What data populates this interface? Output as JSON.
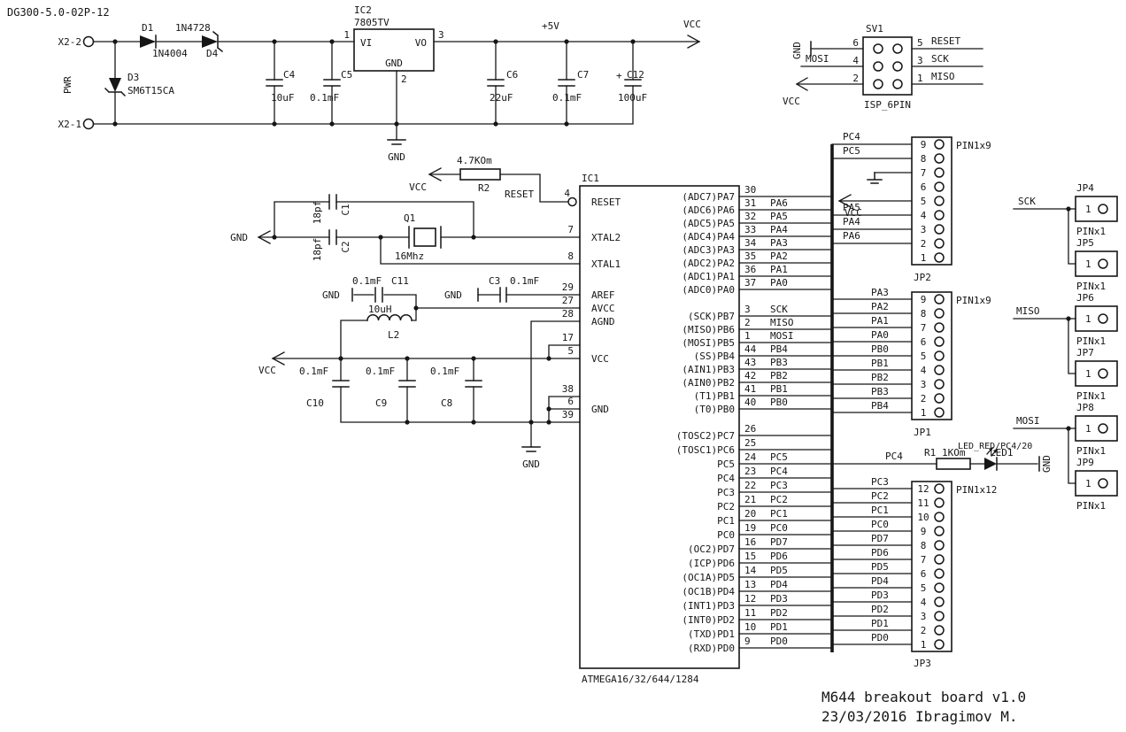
{
  "doc": {
    "id": "DG300-5.0-02P-12",
    "title1": "M644 breakout board v1.0",
    "title2": "23/03/2016 Ibragimov M."
  },
  "power": {
    "x2_top": "X2-2",
    "x2_bot": "X2-1",
    "pwr": "PWR",
    "d1_name": "D1",
    "d1_value": "1N4004",
    "d4_name": "D4",
    "d4_value": "1N4728",
    "d3_name": "D3",
    "d3_value": "SM6T15CA",
    "ic2_name": "IC2",
    "ic2_value": "7805TV",
    "ic2_vi": "VI",
    "ic2_vo": "VO",
    "ic2_gnd": "GND",
    "ic2_pin1": "1",
    "ic2_pin2": "2",
    "ic2_pin3": "3",
    "c4_name": "C4",
    "c4_value": "10uF",
    "c5_name": "C5",
    "c5_value": "0.1mF",
    "c6_name": "C6",
    "c6_value": "22uF",
    "c7_name": "C7",
    "c7_value": "0.1mF",
    "c12_plus": "+",
    "c12_name": "C12",
    "c12_value": "100uF",
    "net_5v": "+5V",
    "net_vcc": "VCC",
    "gnd": "GND"
  },
  "isp": {
    "name": "SV1",
    "value": "ISP_6PIN",
    "pin6": "6",
    "pin4": "4",
    "pin2": "2",
    "pin5": "5",
    "pin3": "3",
    "pin1": "1",
    "gnd": "GND",
    "mosi": "MOSI",
    "vcc": "VCC",
    "reset": "RESET",
    "sck": "SCK",
    "miso": "MISO"
  },
  "reset_net": {
    "r2_name": "R2",
    "r2_value": "4.7KOm",
    "vcc": "VCC",
    "net": "RESET"
  },
  "xtal": {
    "q1_name": "Q1",
    "q1_value": "16Mhz",
    "c1_name": "C1",
    "c1_value": "18pf",
    "c2_name": "C2",
    "c2_value": "18pf",
    "gnd": "GND"
  },
  "analog": {
    "c11_name": "C11",
    "c11_value": "0.1mF",
    "c3_name": "C3",
    "c3_value": "0.1mF",
    "l2_name": "L2",
    "l2_value": "10uH",
    "gnd_left": "GND",
    "gnd_right": "GND"
  },
  "vcc_rail": {
    "vcc": "VCC",
    "c10_name": "C10",
    "c10_value": "0.1mF",
    "c9_name": "C9",
    "c9_value": "0.1mF",
    "c8_name": "C8",
    "c8_value": "0.1mF",
    "gnd": "GND"
  },
  "ic1": {
    "name": "IC1",
    "value": "ATMEGA16/32/644/1284",
    "reset": {
      "label": "RESET",
      "num": "4"
    },
    "xtal2": {
      "label": "XTAL2",
      "num": "7"
    },
    "xtal1": {
      "label": "XTAL1",
      "num": "8"
    },
    "aref": {
      "label": "AREF",
      "num": "29"
    },
    "avcc": {
      "label": "AVCC",
      "num": "27"
    },
    "agnd": {
      "label": "AGND",
      "num": "28"
    },
    "vcc": {
      "label": "VCC",
      "num_a": "17",
      "num_b": "5"
    },
    "gnd": {
      "label": "GND",
      "num_a": "38",
      "num_b": "6",
      "num_c": "39"
    },
    "porta": [
      {
        "name": "(ADC7)PA7",
        "num": "30"
      },
      {
        "name": "(ADC6)PA6",
        "num": "31",
        "net": "PA6"
      },
      {
        "name": "(ADC5)PA5",
        "num": "32",
        "net": "PA5"
      },
      {
        "name": "(ADC4)PA4",
        "num": "33",
        "net": "PA4"
      },
      {
        "name": "(ADC3)PA3",
        "num": "34",
        "net": "PA3"
      },
      {
        "name": "(ADC2)PA2",
        "num": "35",
        "net": "PA2"
      },
      {
        "name": "(ADC1)PA1",
        "num": "36",
        "net": "PA1"
      },
      {
        "name": "(ADC0)PA0",
        "num": "37",
        "net": "PA0"
      }
    ],
    "portb": [
      {
        "name": "(SCK)PB7",
        "num": "3",
        "net": "SCK"
      },
      {
        "name": "(MISO)PB6",
        "num": "2",
        "net": "MISO"
      },
      {
        "name": "(MOSI)PB5",
        "num": "1",
        "net": "MOSI"
      },
      {
        "name": "(SS)PB4",
        "num": "44",
        "net": "PB4"
      },
      {
        "name": "(AIN1)PB3",
        "num": "43",
        "net": "PB3"
      },
      {
        "name": "(AIN0)PB2",
        "num": "42",
        "net": "PB2"
      },
      {
        "name": "(T1)PB1",
        "num": "41",
        "net": "PB1"
      },
      {
        "name": "(T0)PB0",
        "num": "40",
        "net": "PB0"
      }
    ],
    "portc": [
      {
        "name": "(TOSC2)PC7",
        "num": "26"
      },
      {
        "name": "(TOSC1)PC6",
        "num": "25"
      },
      {
        "name": "PC5",
        "num": "24",
        "net": "PC5"
      },
      {
        "name": "PC4",
        "num": "23",
        "net": "PC4"
      },
      {
        "name": "PC3",
        "num": "22",
        "net": "PC3"
      },
      {
        "name": "PC2",
        "num": "21",
        "net": "PC2"
      },
      {
        "name": "PC1",
        "num": "20",
        "net": "PC1"
      },
      {
        "name": "PC0",
        "num": "19",
        "net": "PC0"
      }
    ],
    "portd": [
      {
        "name": "(OC2)PD7",
        "num": "16",
        "net": "PD7"
      },
      {
        "name": "(ICP)PD6",
        "num": "15",
        "net": "PD6"
      },
      {
        "name": "(OC1A)PD5",
        "num": "14",
        "net": "PD5"
      },
      {
        "name": "(OC1B)PD4",
        "num": "13",
        "net": "PD4"
      },
      {
        "name": "(INT1)PD3",
        "num": "12",
        "net": "PD3"
      },
      {
        "name": "(INT0)PD2",
        "num": "11",
        "net": "PD2"
      },
      {
        "name": "(TXD)PD1",
        "num": "10",
        "net": "PD1"
      },
      {
        "name": "(RXD)PD0",
        "num": "9",
        "net": "PD0"
      }
    ]
  },
  "jp2": {
    "name": "JP2",
    "value": "PIN1x9",
    "vcc_label": "VCC",
    "pins": [
      {
        "num": "9",
        "net": "PC4"
      },
      {
        "num": "8",
        "net": "PC5"
      },
      {
        "num": "7"
      },
      {
        "num": "6"
      },
      {
        "num": "5"
      },
      {
        "num": "4",
        "net": "PA5"
      },
      {
        "num": "3",
        "net": "PA4"
      },
      {
        "num": "2",
        "net": "PA6"
      },
      {
        "num": "1"
      }
    ]
  },
  "jp1": {
    "name": "JP1",
    "value": "PIN1x9",
    "pins": [
      {
        "num": "9",
        "net": "PA3"
      },
      {
        "num": "8",
        "net": "PA2"
      },
      {
        "num": "7",
        "net": "PA1"
      },
      {
        "num": "6",
        "net": "PA0"
      },
      {
        "num": "5",
        "net": "PB0"
      },
      {
        "num": "4",
        "net": "PB1"
      },
      {
        "num": "3",
        "net": "PB2"
      },
      {
        "num": "2",
        "net": "PB3"
      },
      {
        "num": "1",
        "net": "PB4"
      }
    ]
  },
  "jp3": {
    "name": "JP3",
    "value": "PIN1x12",
    "pins": [
      {
        "num": "12",
        "net": "PC3"
      },
      {
        "num": "11",
        "net": "PC2"
      },
      {
        "num": "10",
        "net": "PC1"
      },
      {
        "num": "9",
        "net": "PC0"
      },
      {
        "num": "8",
        "net": "PD7"
      },
      {
        "num": "7",
        "net": "PD6"
      },
      {
        "num": "6",
        "net": "PD5"
      },
      {
        "num": "5",
        "net": "PD4"
      },
      {
        "num": "4",
        "net": "PD3"
      },
      {
        "num": "3",
        "net": "PD2"
      },
      {
        "num": "2",
        "net": "PD1"
      },
      {
        "num": "1",
        "net": "PD0"
      }
    ]
  },
  "aux_headers": [
    {
      "name": "JP4",
      "pin": "1",
      "value": "PINx1"
    },
    {
      "name": "JP5",
      "pin": "1",
      "value": "PINx1"
    },
    {
      "name": "JP6",
      "pin": "1",
      "value": "PINx1"
    },
    {
      "name": "JP7",
      "pin": "1",
      "value": "PINx1"
    },
    {
      "name": "JP8",
      "pin": "1",
      "value": "PINx1"
    },
    {
      "name": "JP9",
      "pin": "1",
      "value": "PINx1"
    }
  ],
  "aux_nets": {
    "sck": "SCK",
    "miso": "MISO",
    "mosi": "MOSI"
  },
  "led": {
    "net": "LED_RED/PC4/20",
    "r1_name": "R1",
    "r1_value": "1KOm",
    "led_name": "LED1",
    "pc4": "PC4",
    "gnd": "GND"
  }
}
